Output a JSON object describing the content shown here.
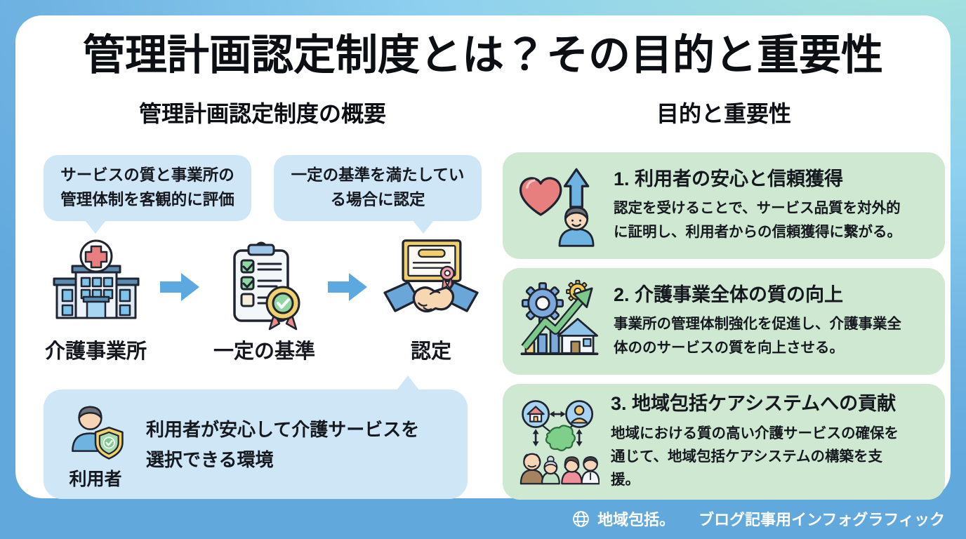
{
  "page": {
    "title": "管理計画認定制度とは？その目的と重要性",
    "footer": {
      "brand": "地域包括。",
      "label": "ブログ記事用インフォグラフィック"
    }
  },
  "overview": {
    "heading": "管理計画認定制度の概要",
    "bubbles": [
      "サービスの質と事業所の管理体制を客観的に評価",
      "一定の基準を満たしている場合に認定"
    ],
    "flow": [
      {
        "icon": "care-facility-icon",
        "label": "介護事業所"
      },
      {
        "icon": "criteria-checklist-icon",
        "label": "一定の基準"
      },
      {
        "icon": "certificate-handshake-icon",
        "label": "認定"
      }
    ],
    "result_bubble": {
      "icon": "user-shield-icon",
      "icon_label": "利用者",
      "text": "利用者が安心して介護サービスを選択できる環境"
    }
  },
  "purpose": {
    "heading": "目的と重要性",
    "items": [
      {
        "icon": "heart-growth-icon",
        "title": "1. 利用者の安心と信頼獲得",
        "body": "認定を受けることで、サービス品質を対外的に証明し、利用者からの信頼獲得に繋がる。"
      },
      {
        "icon": "quality-improvement-icon",
        "title": "2. 介護事業全体の質の向上",
        "body": "事業所の管理体制強化を促進し、介護事業全体ののサービスの質を向上させる。"
      },
      {
        "icon": "community-network-icon",
        "title": "3. 地域包括ケアシステムへの貢献",
        "body": "地域における質の高い介護サービスの確保を通じて、地域包括ケアシステムの構築を支援。"
      }
    ]
  },
  "colors": {
    "background_blue": "#61a8dc",
    "background_teal": "#a9e4da",
    "card_white": "#ffffff",
    "bubble_blue": "#cfe6f7",
    "box_green": "#cfe8d2",
    "arrow_blue": "#5ca9e0",
    "text_black": "#0b0e12",
    "footer_text": "#ffffff"
  }
}
